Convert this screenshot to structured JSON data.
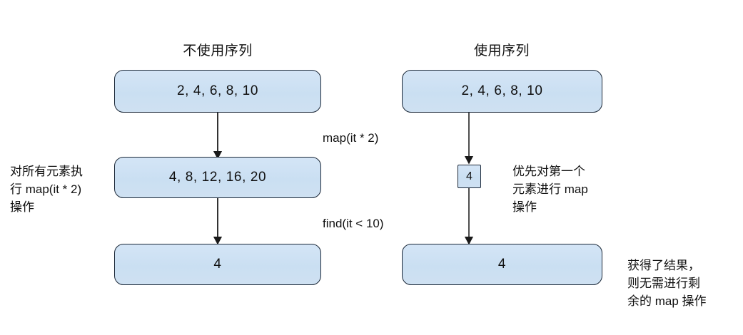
{
  "diagram": {
    "title_left": "不使用序列",
    "title_right": "使用序列",
    "columns": {
      "left": {
        "nodes": [
          {
            "id": "left-source",
            "label": "2, 4, 6, 8, 10"
          },
          {
            "id": "left-mapped",
            "label": "4, 8, 12, 16, 20"
          },
          {
            "id": "left-result",
            "label": "4"
          }
        ],
        "edges": [
          {
            "id": "left-map-edge",
            "label": "map(it * 2)"
          },
          {
            "id": "left-find-edge",
            "label": "find(it < 10)"
          }
        ],
        "note": {
          "id": "left-note",
          "lines": [
            "对所有元素执",
            "行 map(it * 2)",
            "操作"
          ]
        }
      },
      "right": {
        "nodes": [
          {
            "id": "right-source",
            "label": "2, 4, 6, 8, 10"
          },
          {
            "id": "right-first",
            "label": "4"
          },
          {
            "id": "right-result",
            "label": "4"
          }
        ],
        "notes": [
          {
            "id": "right-note-first",
            "lines": [
              "优先对第一个",
              "元素进行 map",
              "操作"
            ]
          },
          {
            "id": "right-note-result",
            "lines": [
              "获得了结果，",
              "则无需进行剩",
              "余的 map 操作"
            ]
          }
        ]
      }
    },
    "colors": {
      "node_fill": "#cfe1f2",
      "node_stroke": "#1b2838",
      "arrow": "#1a1a1a",
      "background": "#ffffff",
      "text": "#111111"
    }
  }
}
